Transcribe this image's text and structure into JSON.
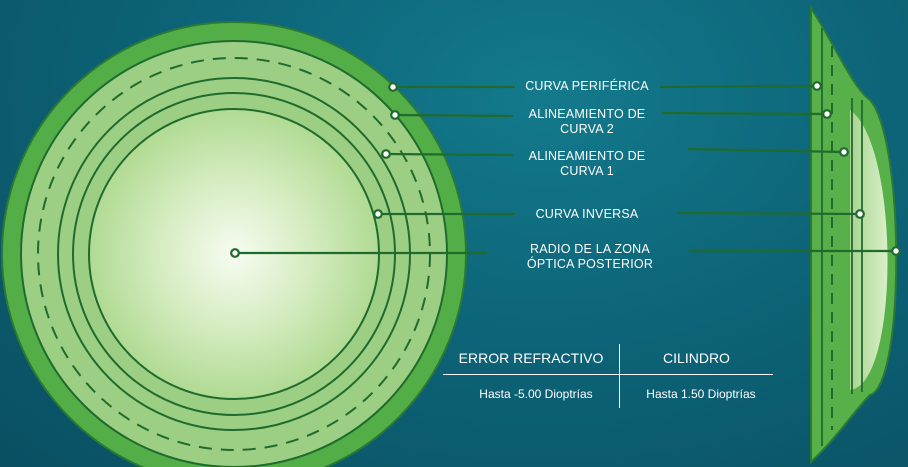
{
  "labels": {
    "peripheral": {
      "lines": [
        "CURVA PERIFÉRICA"
      ]
    },
    "align2": {
      "lines": [
        "ALINEAMIENTO DE",
        "CURVA 2"
      ]
    },
    "align1": {
      "lines": [
        "ALINEAMIENTO DE",
        "CURVA 1"
      ]
    },
    "reverse": {
      "lines": [
        "CURVA INVERSA"
      ]
    },
    "optic": {
      "lines": [
        "RADIO DE LA ZONA",
        "ÓPTICA POSTERIOR"
      ]
    }
  },
  "table": {
    "col1_header": "ERROR REFRACTIVO",
    "col2_header": "CILINDRO",
    "col1_value": "Hasta -5.00 Dioptrías",
    "col2_value": "Hasta 1.50 Dioptrías"
  },
  "colors": {
    "outer_green": "#4fac45",
    "light_green": "#9fd088",
    "line_green": "#1f6b2e",
    "marker_fill": "#ffffff"
  }
}
